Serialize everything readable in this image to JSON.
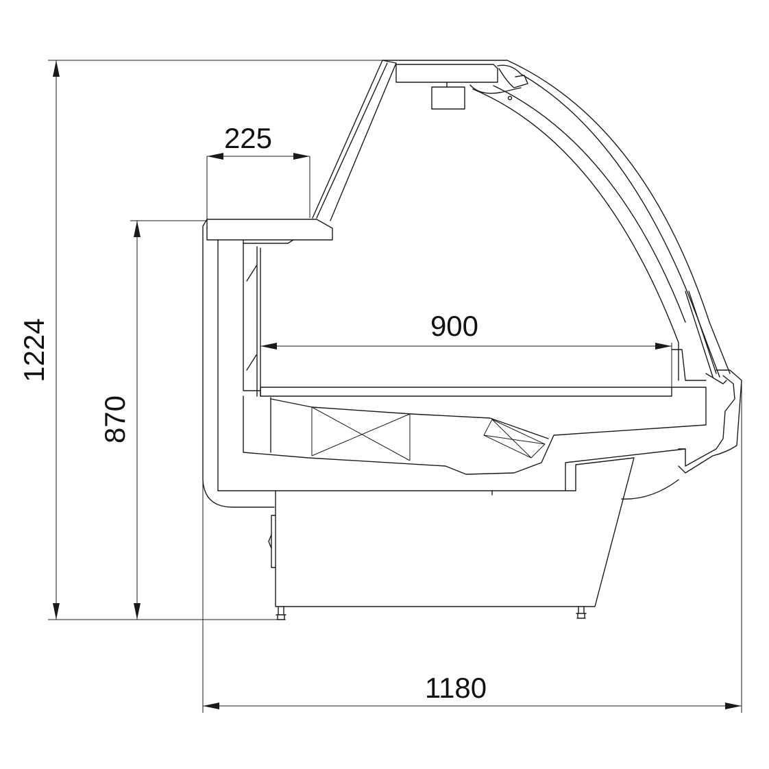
{
  "dimensions": {
    "total_height": "1224",
    "counter_height": "870",
    "top_shelf_depth": "225",
    "interior_depth": "900",
    "total_depth": "1180"
  },
  "colors": {
    "line": "#1a1a1a",
    "background": "#ffffff"
  }
}
